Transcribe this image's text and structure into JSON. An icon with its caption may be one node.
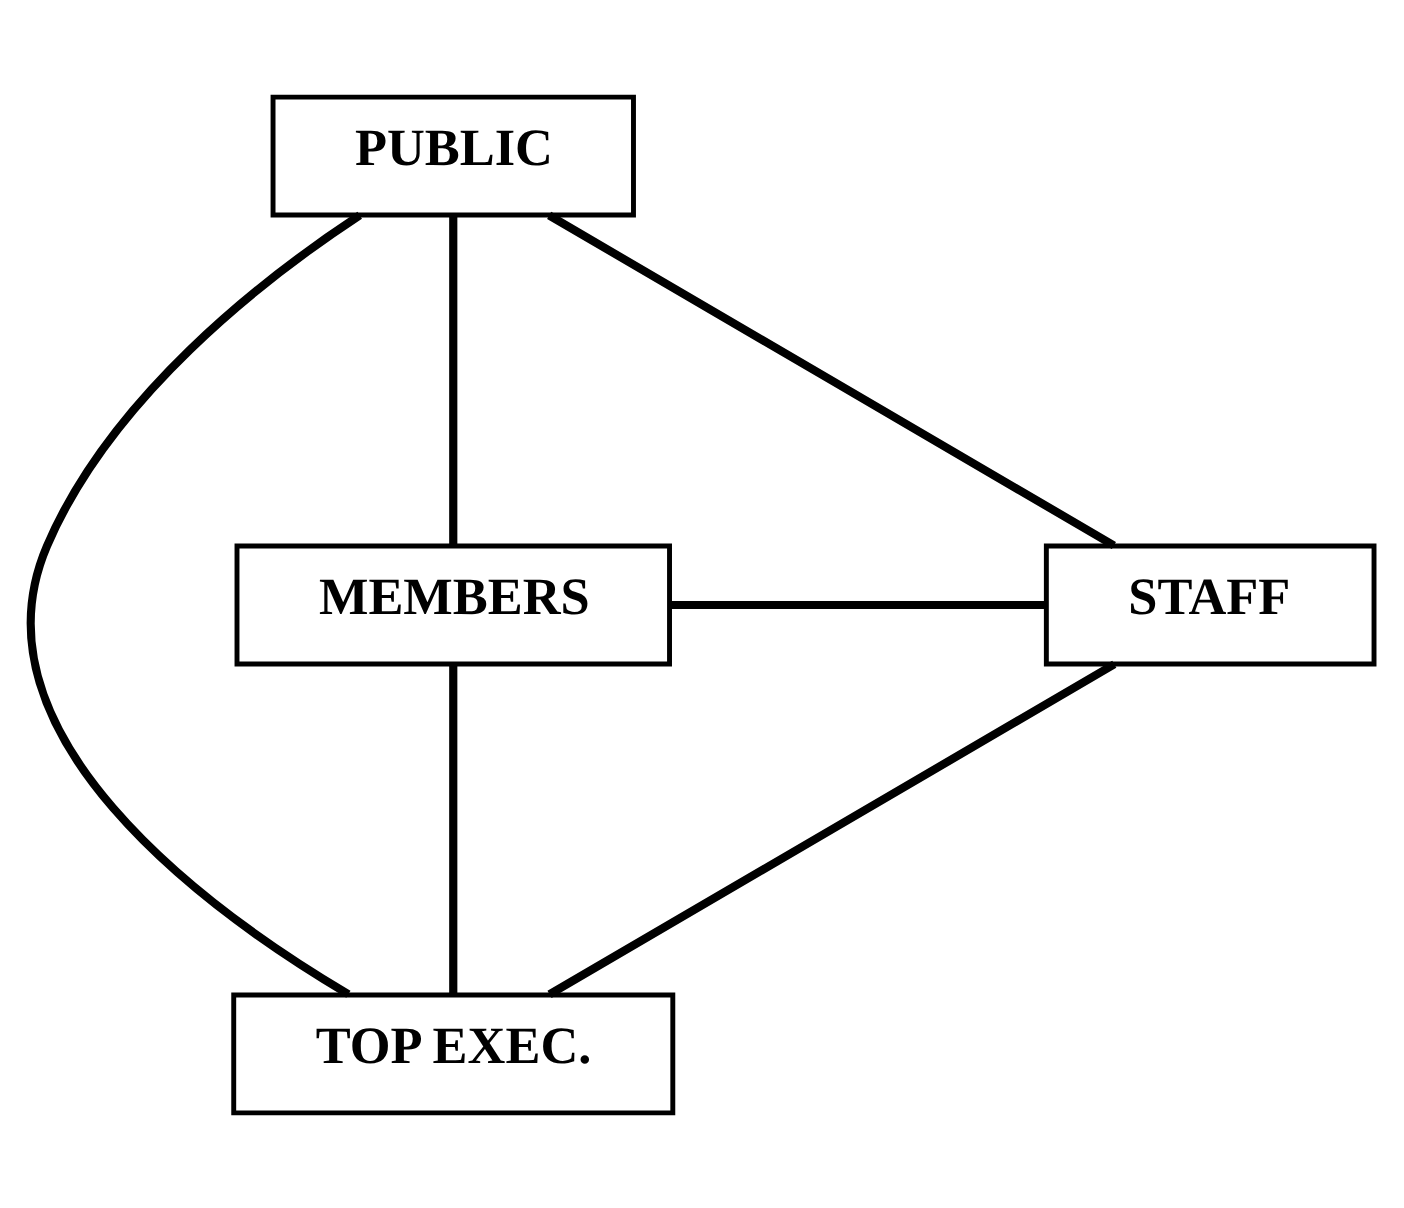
{
  "diagram": {
    "nodes": [
      {
        "text": [
          "PUBLIC"
        ]
      },
      {
        "text": [
          "MEMBERS"
        ]
      },
      {
        "text": [
          "STAFF"
        ]
      },
      {
        "text": [
          "TOP EXEC."
        ]
      }
    ],
    "edges": [
      {
        "from": 0,
        "to": 2,
        "arrow": "none"
      },
      {
        "from": 2,
        "to": 3,
        "arrow": "none"
      },
      {
        "from": 3,
        "to": 1,
        "arrow": "none"
      },
      {
        "from": 1,
        "to": 0,
        "arrow": "none"
      },
      {
        "from": 0,
        "to": 3,
        "arrow": "none"
      },
      {
        "from": 1,
        "to": 2,
        "arrow": "none"
      }
    ]
  }
}
